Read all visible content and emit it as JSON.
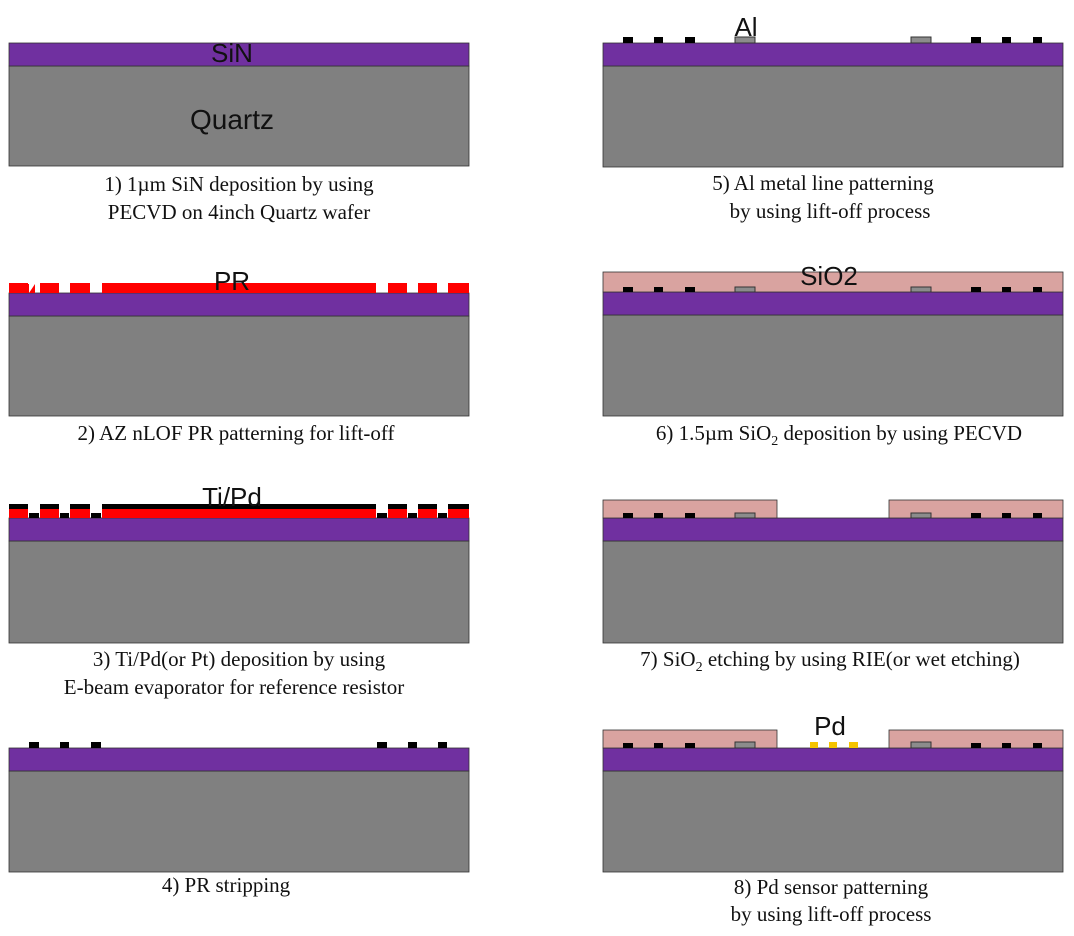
{
  "colors": {
    "quartz": "#808080",
    "sin": "#7030a0",
    "pr": "#ff0000",
    "sio2": "#d9a3a0",
    "metal_black": "#000000",
    "al": "#8c8c8c",
    "pd": "#f5c400"
  },
  "steps": [
    {
      "label": "SiN",
      "sublabel": "Quartz",
      "caption1": "1) 1µm SiN deposition by using",
      "caption2": "PECVD on 4inch Quartz wafer"
    },
    {
      "label": "PR",
      "caption1": "2) AZ nLOF PR patterning for lift-off"
    },
    {
      "label": "Ti/Pd",
      "caption1": "3) Ti/Pd(or Pt) deposition by using",
      "caption2": "E-beam evaporator for reference resistor"
    },
    {
      "caption1": "4) PR stripping"
    },
    {
      "label": "Al",
      "caption1": "5) Al metal line patterning",
      "caption2": "by using lift-off process"
    },
    {
      "label": "SiO2",
      "caption1_pre": "6) 1.5µm SiO",
      "caption1_sub": "2",
      "caption1_post": " deposition by using PECVD"
    },
    {
      "caption1_pre": "7) SiO",
      "caption1_sub": "2",
      "caption1_post": " etching by using RIE(or wet etching)"
    },
    {
      "label": "Pd",
      "caption1": "8) Pd sensor patterning",
      "caption2": "by using lift-off process"
    }
  ]
}
